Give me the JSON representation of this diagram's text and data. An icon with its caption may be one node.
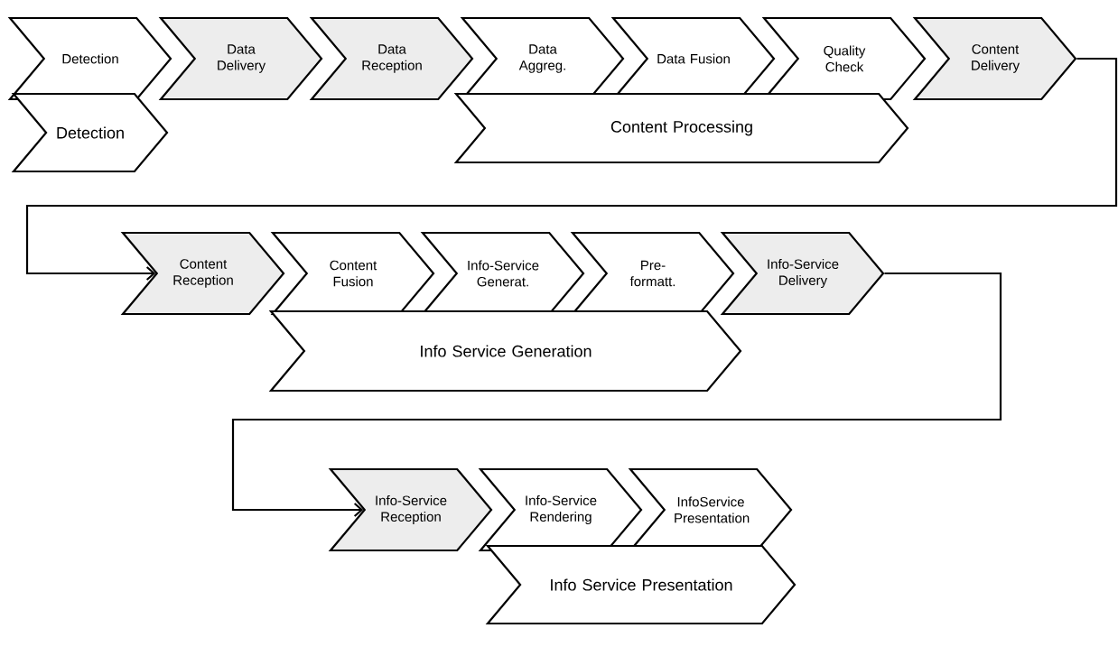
{
  "diagram": {
    "nodes": [
      {
        "text": [
          "Detection"
        ]
      },
      {
        "text": [
          "Data Delivery"
        ]
      },
      {
        "text": [
          "Data Reception"
        ]
      },
      {
        "text": [
          "Data Aggreg."
        ]
      },
      {
        "text": [
          "Data Fusion"
        ]
      },
      {
        "text": [
          "Quality Check"
        ]
      },
      {
        "text": [
          "Content Delivery"
        ]
      },
      {
        "text": [
          "Detection"
        ]
      },
      {
        "text": [
          "Content Processing"
        ]
      },
      {
        "text": [
          "Content Reception"
        ]
      },
      {
        "text": [
          "Content Fusion"
        ]
      },
      {
        "text": [
          "Info-Service Generat."
        ]
      },
      {
        "text": [
          "Pre- formatt."
        ]
      },
      {
        "text": [
          "Info-Service Delivery"
        ]
      },
      {
        "text": [
          "Info Service Generation"
        ]
      },
      {
        "text": [
          "Info-Service Reception"
        ]
      },
      {
        "text": [
          "Info-Service Rendering"
        ]
      },
      {
        "text": [
          "InfoService Presentation"
        ]
      },
      {
        "text": [
          "Info Service Presentation"
        ]
      }
    ],
    "edges": [
      {
        "from": 6,
        "to": 9,
        "arrow": "to"
      },
      {
        "from": 13,
        "to": 15,
        "arrow": "to"
      }
    ]
  }
}
